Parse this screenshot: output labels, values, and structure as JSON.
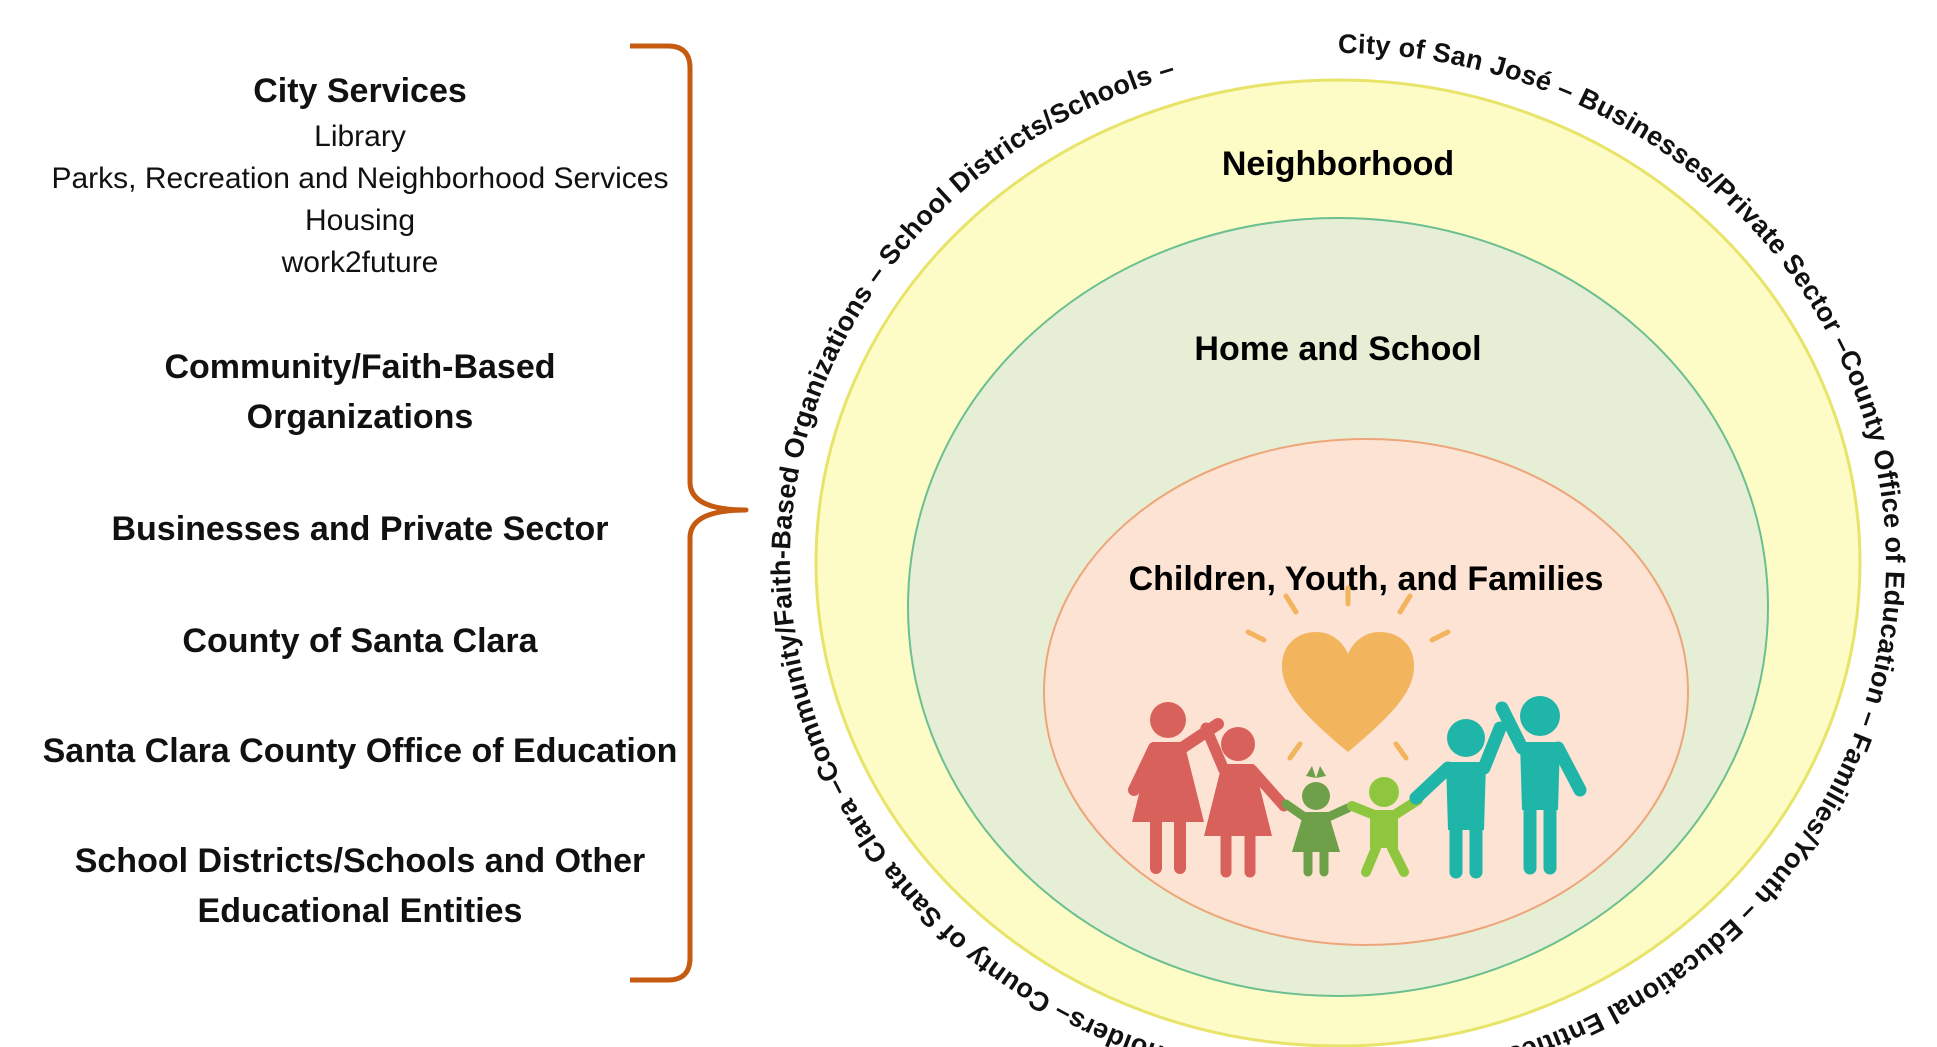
{
  "left_panel": {
    "city_services": {
      "heading": "City Services",
      "items": [
        "Library",
        "Parks, Recreation and Neighborhood Services",
        "Housing",
        "work2future"
      ]
    },
    "community_line1": "Community/Faith-Based",
    "community_line2": "Organizations",
    "businesses": "Businesses and Private Sector",
    "county": "County of Santa Clara",
    "office_education": "Santa Clara County Office of Education",
    "schools_line1": "School Districts/Schools and Other",
    "schools_line2": "Educational Entities"
  },
  "diagram": {
    "ring_text": "City of San José – Businesses/Private Sector –County Office of Education – Families/Youth – Educational Entities – Other Community Stakeholders– County of Santa Clara –Community/Faith-Based Organizations – School Districts/Schools –",
    "outer_label": "Neighborhood",
    "middle_label": "Home and School",
    "inner_label": "Children, Youth, and Families"
  },
  "colors": {
    "bracket": "#c55a11",
    "outer_fill": "#fdfbc6",
    "outer_stroke": "#e8e46a",
    "middle_fill": "#e6efd6",
    "middle_stroke": "#6cbf8f",
    "inner_fill": "#fde3d3",
    "inner_stroke": "#eda57a",
    "heart": "#f2b45c",
    "adult_red": "#d9615b",
    "child_green": "#6ea04a",
    "child_lime": "#8ec63f",
    "teal": "#1fb5a8"
  }
}
